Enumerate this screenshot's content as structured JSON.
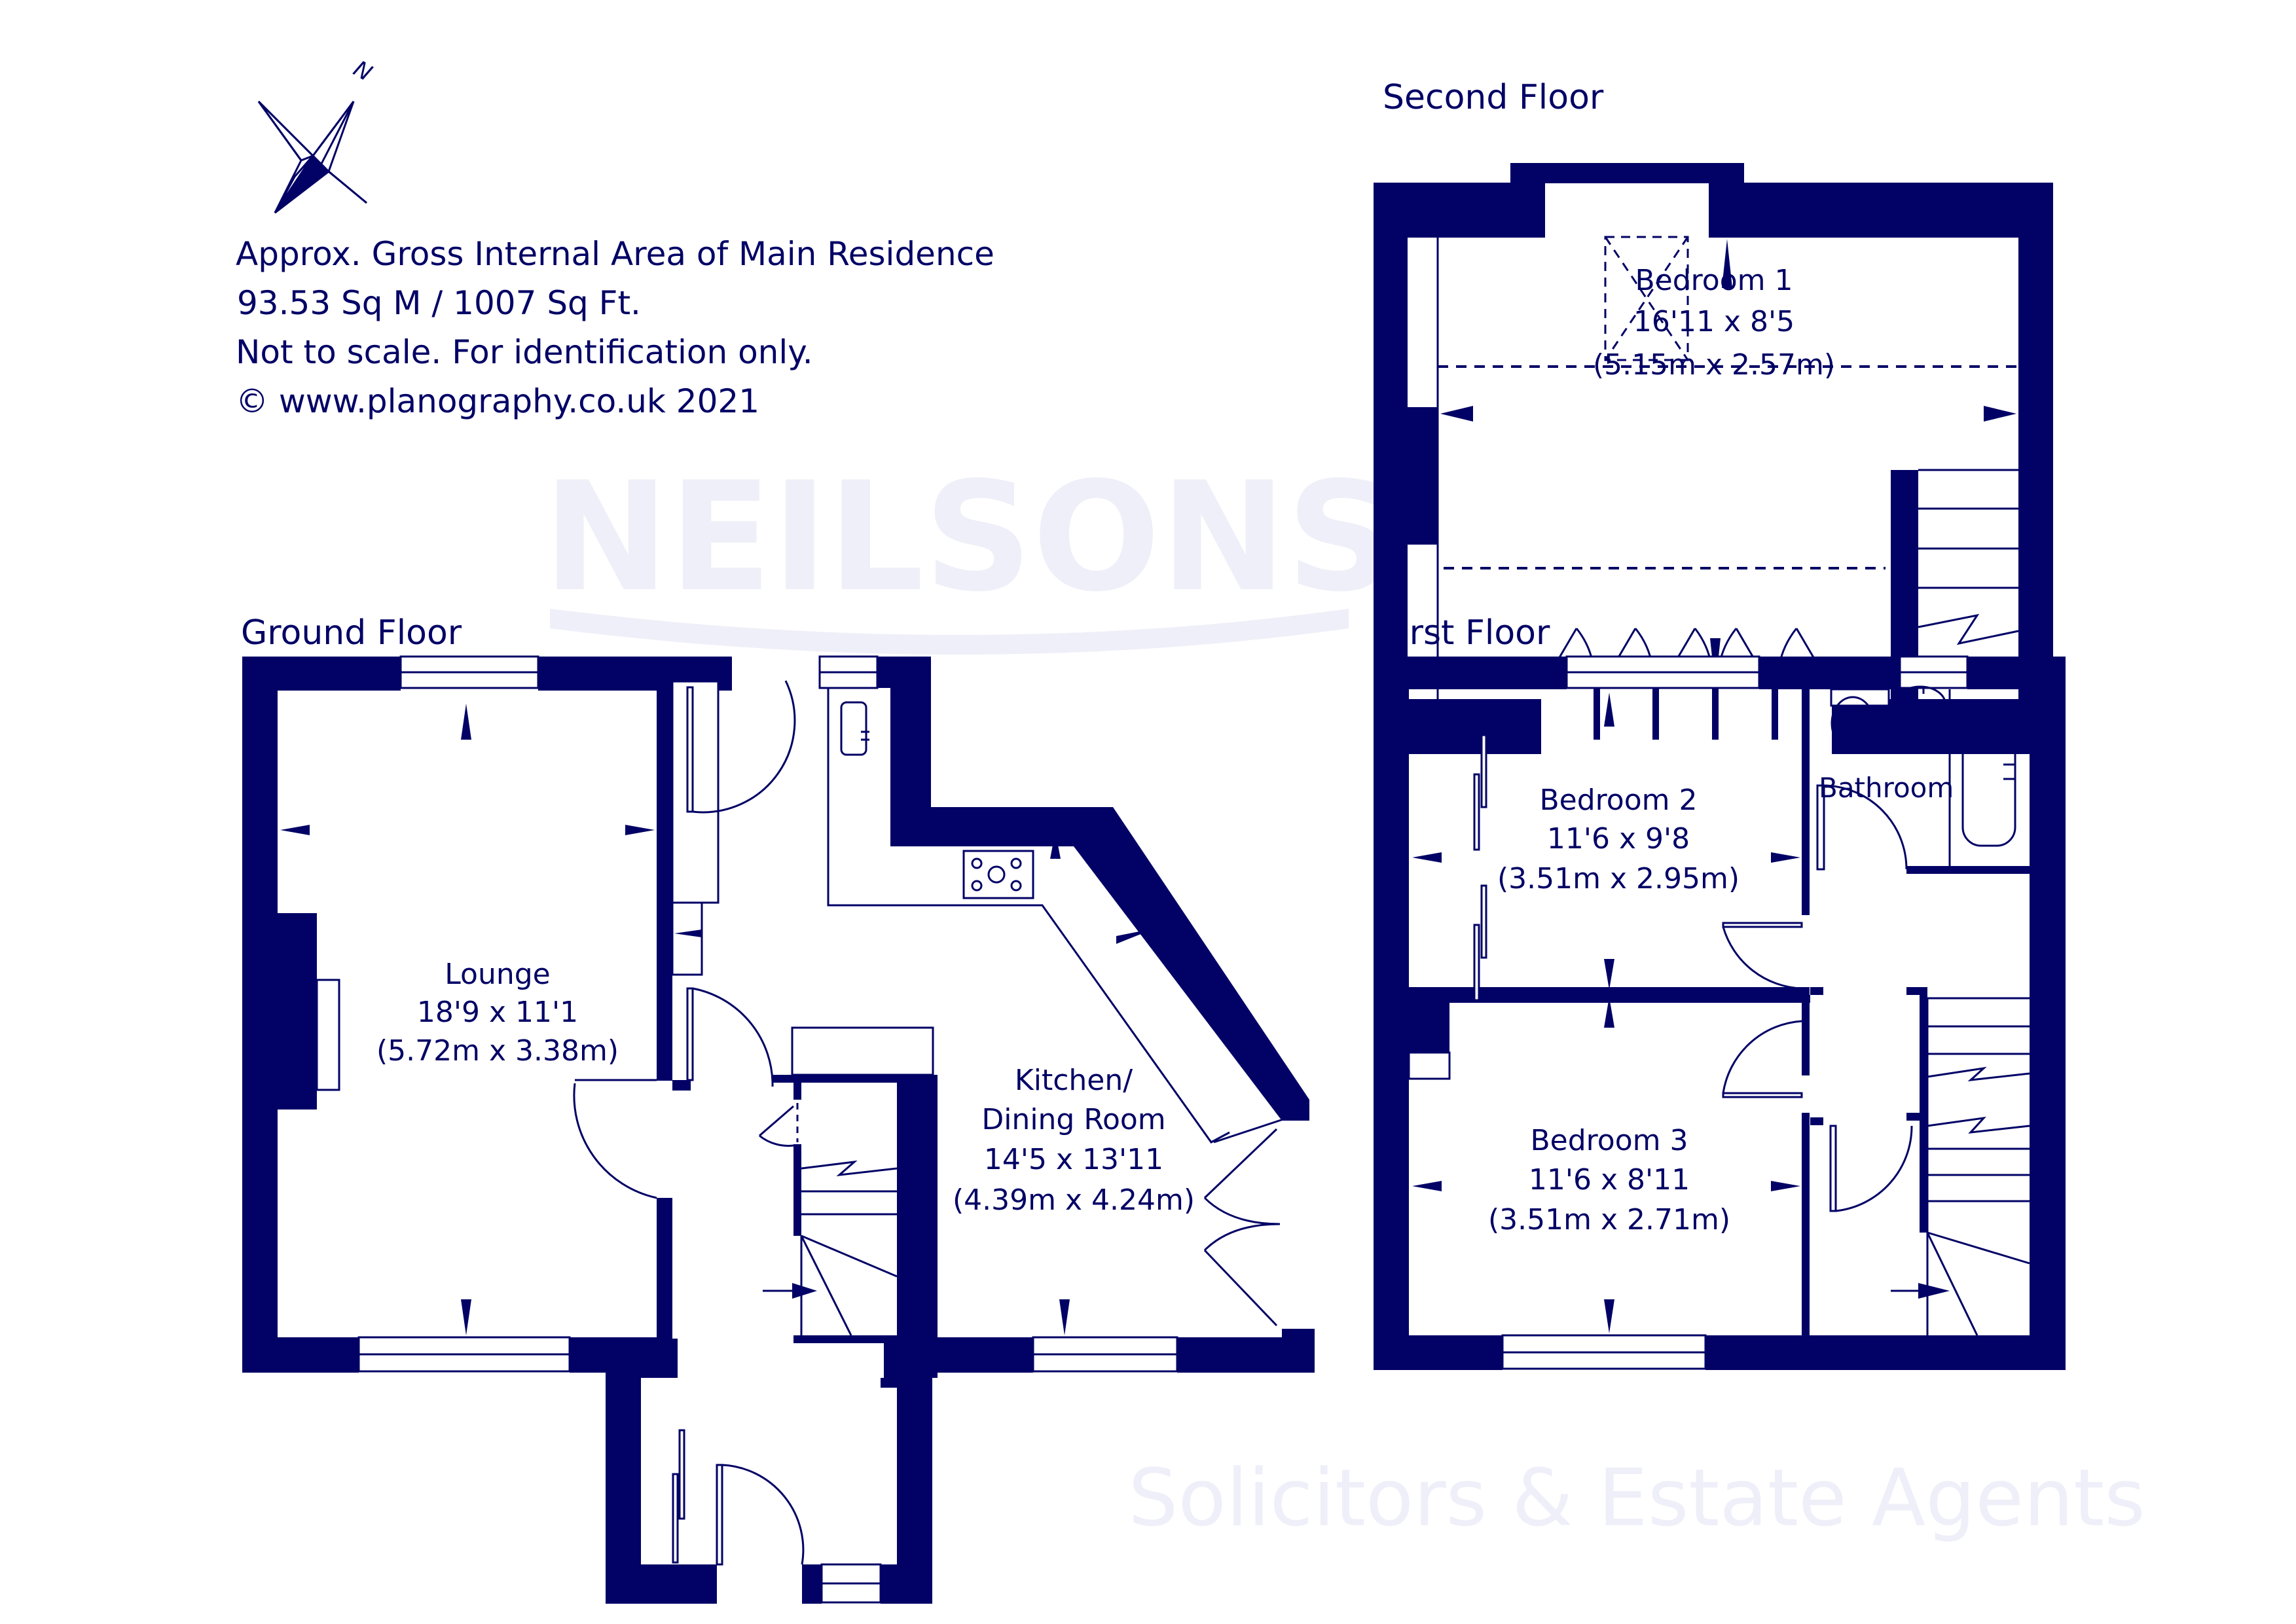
{
  "watermark": {
    "brand": "NEILSONS",
    "tagline": "Solicitors & Estate Agents"
  },
  "compass": {
    "north_label": "N"
  },
  "info": {
    "line1": "Approx. Gross Internal Area of Main Residence",
    "line2": "93.53 Sq M / 1007 Sq Ft.",
    "line3": "Not to scale. For identification only.",
    "line4": "© www.planography.co.uk 2021"
  },
  "floors": {
    "ground": {
      "title": "Ground Floor",
      "rooms": {
        "lounge": {
          "name": "Lounge",
          "imperial": "18'9 x 11'1",
          "metric": "(5.72m x 3.38m)"
        },
        "kitchen": {
          "name1": "Kitchen/",
          "name2": "Dining Room",
          "imperial": "14'5 x 13'11",
          "metric": "(4.39m x 4.24m)"
        }
      }
    },
    "first": {
      "title": "First Floor",
      "rooms": {
        "bedroom2": {
          "name": "Bedroom 2",
          "imperial": "11'6 x 9'8",
          "metric": "(3.51m x 2.95m)"
        },
        "bedroom3": {
          "name": "Bedroom 3",
          "imperial": "11'6 x 8'11",
          "metric": "(3.51m x 2.71m)"
        },
        "bathroom": {
          "name": "Bathroom"
        }
      }
    },
    "second": {
      "title": "Second Floor",
      "rooms": {
        "bedroom1": {
          "name": "Bedroom 1",
          "imperial": "16'11 x 8'5",
          "metric": "(5.15m x 2.57m)"
        }
      }
    }
  },
  "colors": {
    "ink": "#020266",
    "watermark": "#eeeff8",
    "background": "#ffffff"
  }
}
